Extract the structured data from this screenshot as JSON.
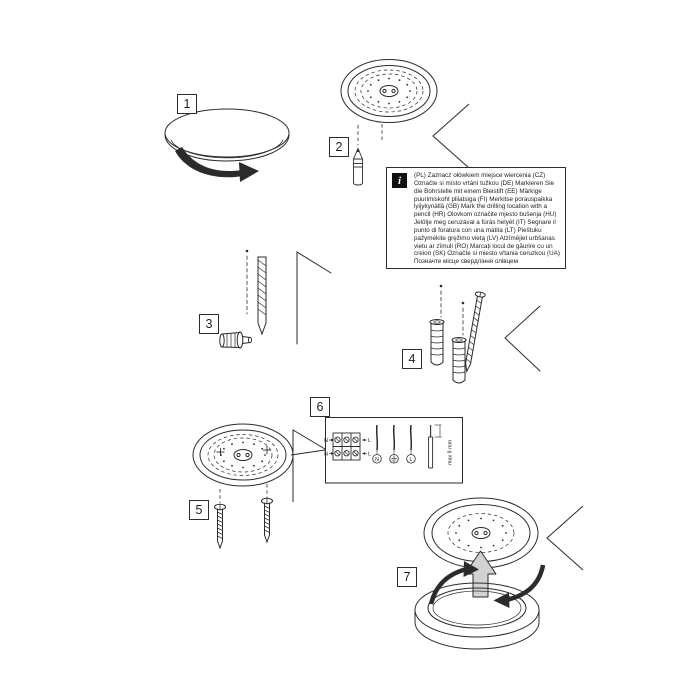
{
  "page": {
    "background": "#ffffff",
    "line_color": "#2b2b2b",
    "arrow_fill": "#d2d2d2"
  },
  "step_numbers": [
    "1",
    "2",
    "3",
    "4",
    "5",
    "6",
    "7"
  ],
  "info_box": {
    "icon": "i",
    "text": "(PL) Zaznacz ołówkiem miejsce wiercenia (CZ) Označte si místo vrtání tužkou (DE) Markieren Sie die Bohrstelle mit einem Bleistift (EE) Märkige puurimiskoht pliiatsiga (FI) Merkitse porauspaikka lyijykynällä (GB) Mark the drilling location with a pencil (HR) Olovkom označite mjesto bušenja (HU) Jelölje meg ceruzával a fúrás helyét (IT) Segnare il punto di foratura con una matita (LT) Pieštuku pažymėkite gręžimo vietą (LV) Atzīmējiet urbšanas vietu ar zīmuli (RO) Marcați locul de găurire cu un creion (SK) Označte si miesto vŕtania ceruzkou (UA) Позначте місце свердління олівцем"
  },
  "wiring_box": {
    "terminal_block": {
      "top_left": "N",
      "top_right": "L",
      "bottom_left": "N",
      "bottom_right": "L"
    },
    "wire_circles": {
      "neutral": "N",
      "live": "L"
    },
    "strip_length": "max 8 mm"
  },
  "icons": {
    "info_icon": "info-i",
    "earth_icon": "earth-ground-symbol",
    "up_arrow_icon": "up-arrow",
    "rotate_arrow_icon": "rotate-arrow",
    "pencil_icon": "pencil"
  }
}
